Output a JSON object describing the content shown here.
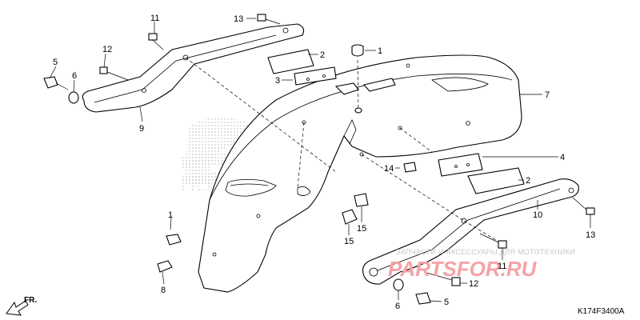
{
  "diagram": {
    "code": "K174F3400A",
    "direction_label": "FR.",
    "callouts": [
      {
        "id": "c1a",
        "label": "1"
      },
      {
        "id": "c1b",
        "label": "1"
      },
      {
        "id": "c2a",
        "label": "2"
      },
      {
        "id": "c2b",
        "label": "2"
      },
      {
        "id": "c3",
        "label": "3"
      },
      {
        "id": "c4",
        "label": "4"
      },
      {
        "id": "c5a",
        "label": "5"
      },
      {
        "id": "c5b",
        "label": "5"
      },
      {
        "id": "c6a",
        "label": "6"
      },
      {
        "id": "c6b",
        "label": "6"
      },
      {
        "id": "c7",
        "label": "7"
      },
      {
        "id": "c8",
        "label": "8"
      },
      {
        "id": "c9",
        "label": "9"
      },
      {
        "id": "c10",
        "label": "10"
      },
      {
        "id": "c11a",
        "label": "11"
      },
      {
        "id": "c11b",
        "label": "11"
      },
      {
        "id": "c12a",
        "label": "12"
      },
      {
        "id": "c12b",
        "label": "12"
      },
      {
        "id": "c13a",
        "label": "13"
      },
      {
        "id": "c13b",
        "label": "13"
      },
      {
        "id": "c14",
        "label": "14"
      },
      {
        "id": "c15a",
        "label": "15"
      },
      {
        "id": "c15b",
        "label": "15"
      }
    ]
  },
  "watermark": {
    "line1": "ЗАПЧАСТИ И АКСЕССУАРЫ ДЛЯ МОТОТЕХНИКИ",
    "brand": "PARTSFOR.RU"
  }
}
